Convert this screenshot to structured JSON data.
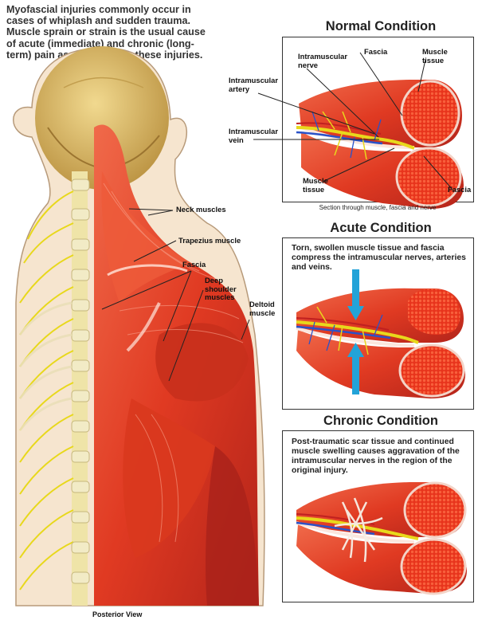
{
  "intro_text": "Myofascial injuries commonly occur in cases of whiplash and sudden trauma. Muscle sprain or strain is the usual cause of acute (immediate) and chronic (long-term) pain associated with these injuries.",
  "body_view": {
    "caption": "Posterior View",
    "labels": {
      "neck": "Neck muscles",
      "trapezius": "Trapezius muscle",
      "fascia": "Fascia",
      "deep_shoulder": "Deep shoulder muscles",
      "deltoid": "Deltoid muscle"
    }
  },
  "normal": {
    "title": "Normal Condition",
    "caption": "Section through muscle, fascia and nerve",
    "labels": {
      "artery": "Intramuscular artery",
      "nerve": "Intramuscular nerve",
      "fascia_top": "Fascia",
      "muscle_top": "Muscle tissue",
      "vein": "Intramuscular vein",
      "muscle_bottom": "Muscle tissue",
      "fascia_bottom": "Fascia"
    }
  },
  "acute": {
    "title": "Acute Condition",
    "description": "Torn, swollen muscle tissue and fascia compress the intramuscular nerves, arteries and veins."
  },
  "chronic": {
    "title": "Chronic Condition",
    "description": "Post-traumatic scar tissue and continued muscle swelling causes aggravation of the intramuscular nerves in the region of the original injury."
  },
  "colors": {
    "muscle": "#e03a22",
    "muscle_dark": "#b3241a",
    "skull": "#d8b55c",
    "skin": "#f3dcc2",
    "nerve": "#e8d81c",
    "vein": "#2a52c8",
    "arrow": "#23a3d8"
  }
}
